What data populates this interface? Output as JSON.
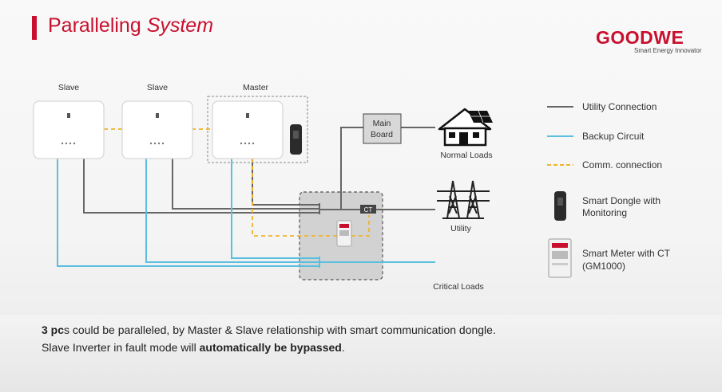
{
  "header": {
    "title_regular": "Paralleling ",
    "title_italic": "System"
  },
  "brand": {
    "logo": "GOODWE",
    "tagline": "Smart Energy Innovator",
    "color": "#c8102e"
  },
  "diagram": {
    "inverters": [
      {
        "label": "Slave"
      },
      {
        "label": "Slave"
      },
      {
        "label": "Master"
      }
    ],
    "main_board": {
      "line1": "Main",
      "line2": "Board"
    },
    "normal_loads": "Normal Loads",
    "utility": "Utility",
    "critical_loads": "Critical Loads",
    "ct_label": "CT",
    "colors": {
      "utility": "#666666",
      "backup": "#5bc0de",
      "comm": "#f0b429"
    }
  },
  "legend": {
    "utility_connection": "Utility Connection",
    "backup_circuit": "Backup Circuit",
    "comm_connection": "Comm. connection",
    "dongle_line1": "Smart Dongle with",
    "dongle_line2": "Monitoring",
    "meter_line1": "Smart Meter with CT",
    "meter_line2": "(GM1000)"
  },
  "caption": {
    "l1_bold": "3 pc",
    "l1_rest": "s could be paralleled, by Master & Slave relationship with smart communication dongle.",
    "l2_pre": "Slave Inverter in fault mode will ",
    "l2_bold": "automatically be bypassed",
    "l2_post": "."
  }
}
